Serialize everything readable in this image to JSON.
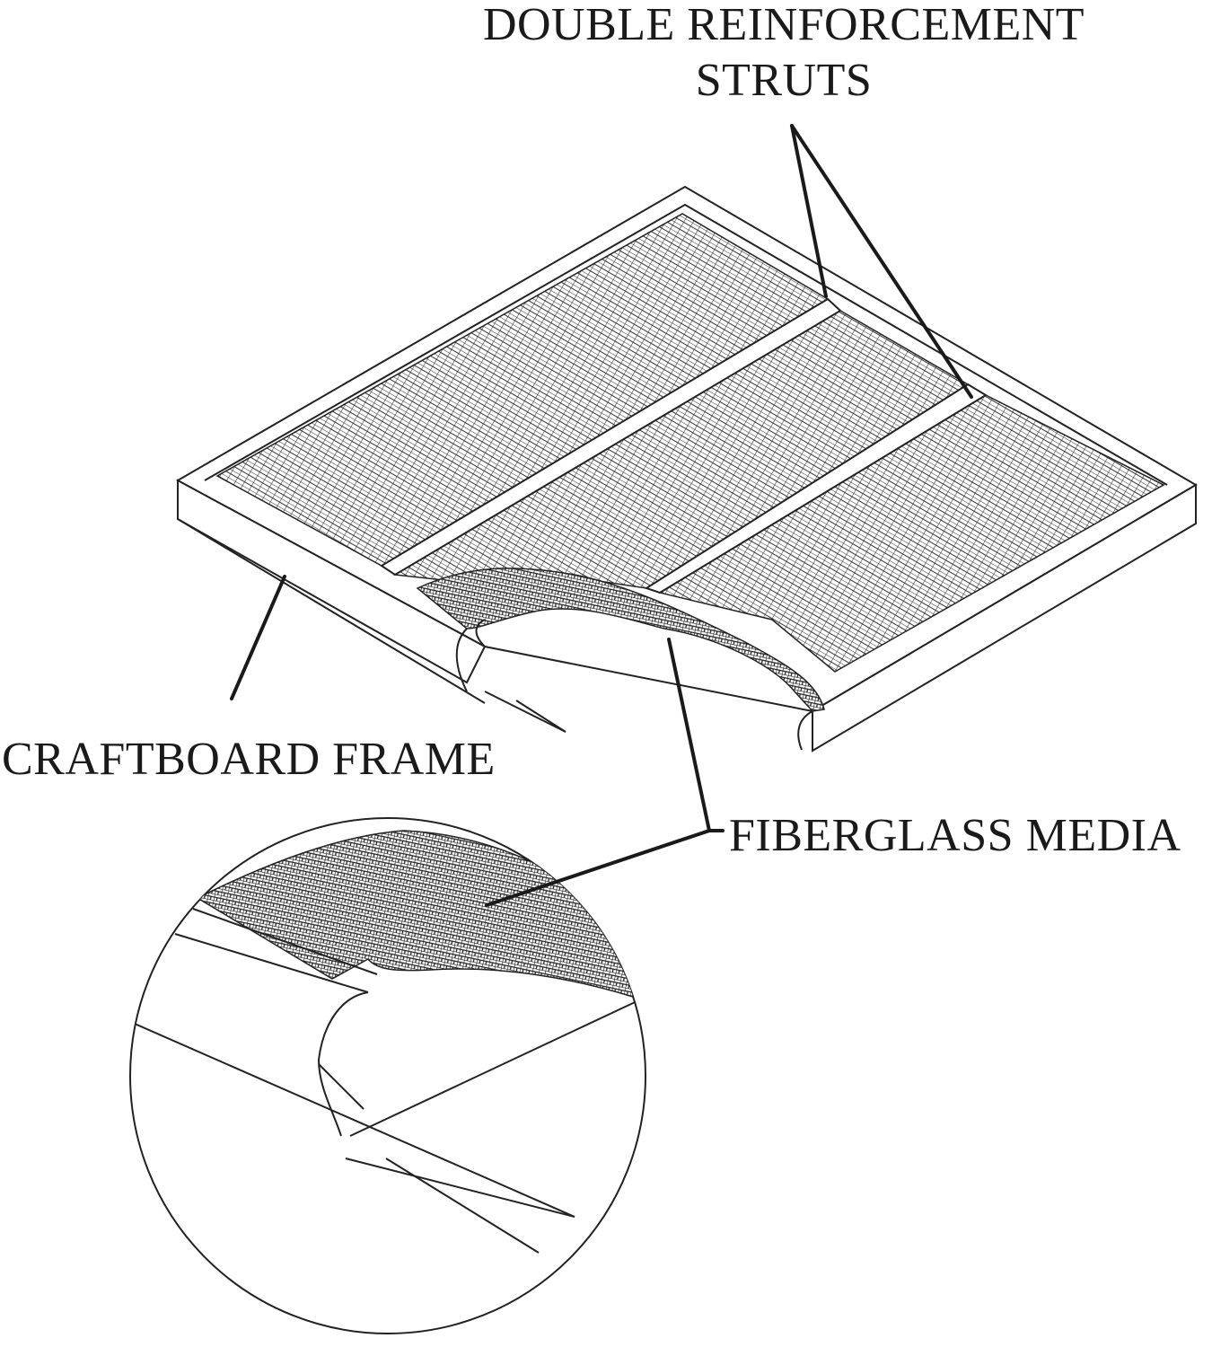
{
  "labels": {
    "struts_line1": "DOUBLE REINFORCEMENT",
    "struts_line2": "STRUTS",
    "frame": "CRAFTBOARD FRAME",
    "media": "FIBERGLASS MEDIA"
  },
  "colors": {
    "ink": "#1a1a1a",
    "background": "#ffffff"
  }
}
